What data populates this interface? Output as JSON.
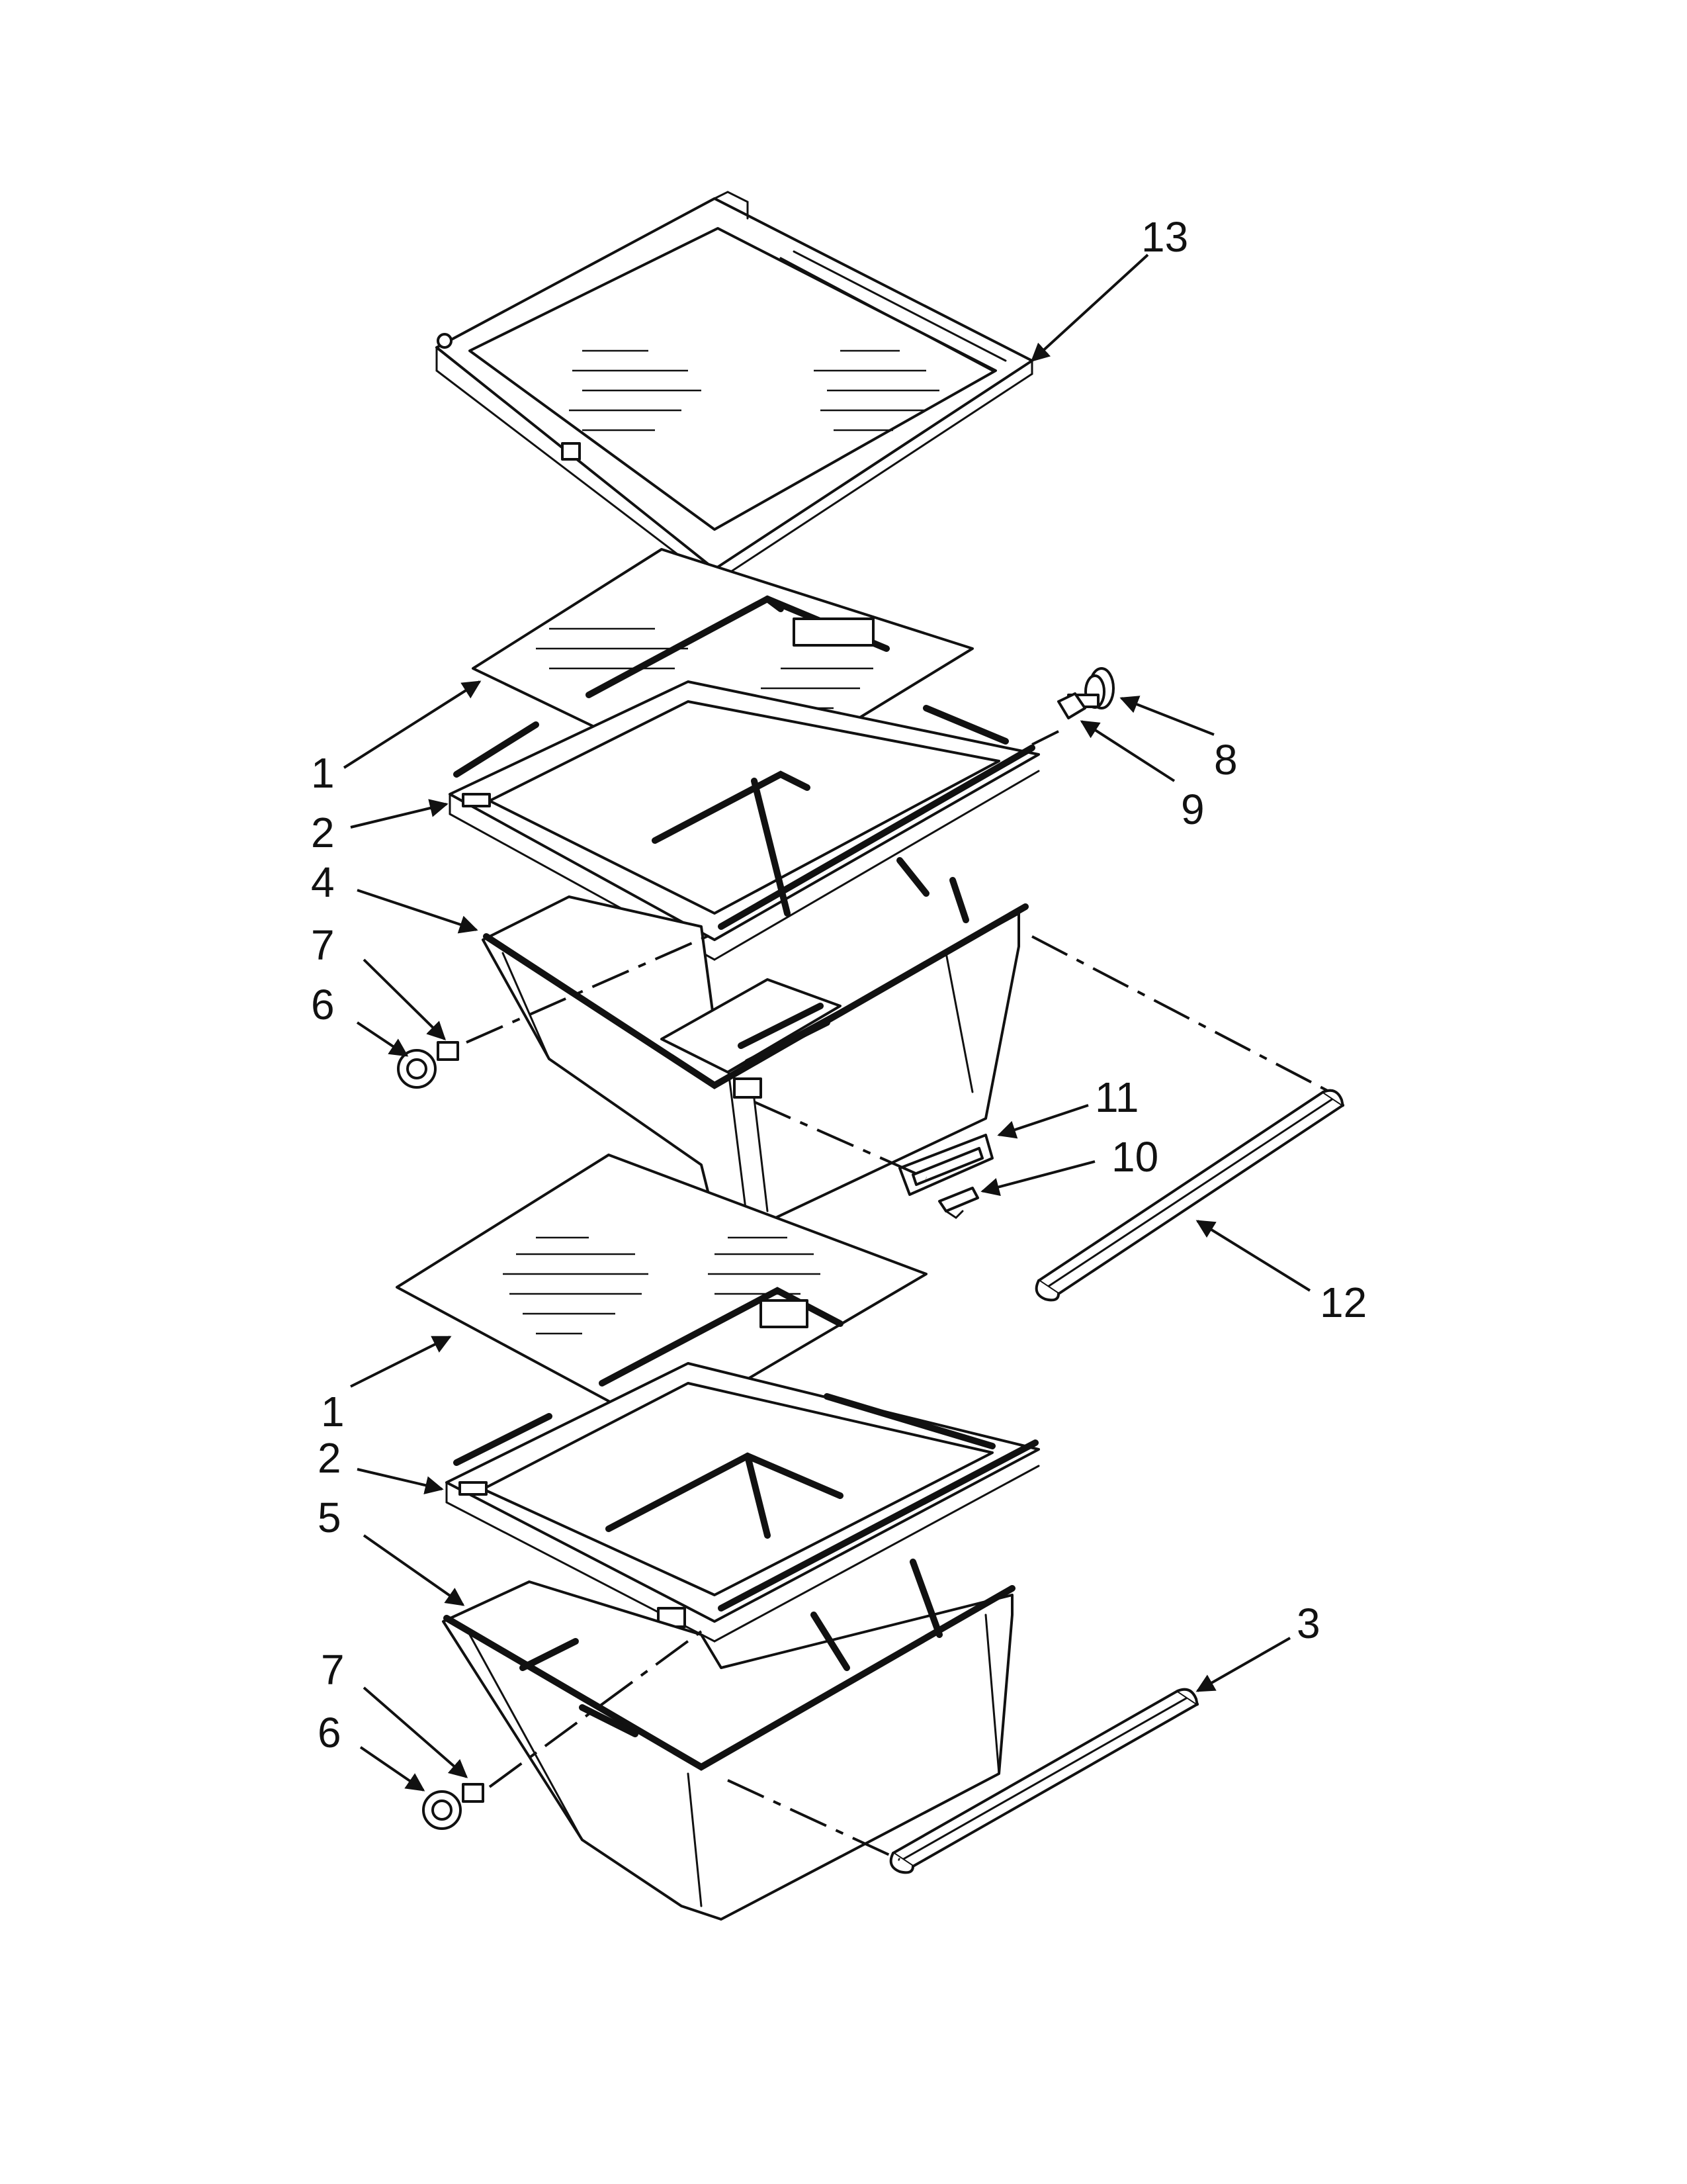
{
  "diagram": {
    "type": "exploded-parts-view",
    "colors": {
      "line": "#111111",
      "background": "#ffffff"
    },
    "callouts": [
      {
        "id": "c13",
        "label": "13"
      },
      {
        "id": "c1a",
        "label": "1"
      },
      {
        "id": "c2a",
        "label": "2"
      },
      {
        "id": "c4",
        "label": "4"
      },
      {
        "id": "c7a",
        "label": "7"
      },
      {
        "id": "c6a",
        "label": "6"
      },
      {
        "id": "c8",
        "label": "8"
      },
      {
        "id": "c9",
        "label": "9"
      },
      {
        "id": "c11",
        "label": "11"
      },
      {
        "id": "c10",
        "label": "10"
      },
      {
        "id": "c12",
        "label": "12"
      },
      {
        "id": "c1b",
        "label": "1"
      },
      {
        "id": "c2b",
        "label": "2"
      },
      {
        "id": "c5",
        "label": "5"
      },
      {
        "id": "c3",
        "label": "3"
      },
      {
        "id": "c7b",
        "label": "7"
      },
      {
        "id": "c6b",
        "label": "6"
      }
    ]
  }
}
